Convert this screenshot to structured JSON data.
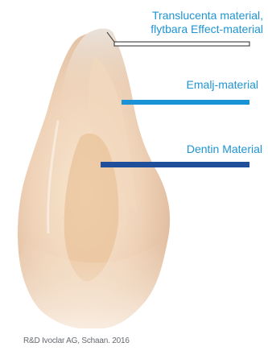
{
  "labels": {
    "translucent_line1": "Translucenta material,",
    "translucent_line2": "flytbara Effect-material",
    "enamel": "Emalj-material",
    "dentin": "Dentin Material"
  },
  "credit": "R&D Ivoclar AG, Schaan. 2016",
  "colors": {
    "label_text": "#1f94d2",
    "enamel_line": "#1a93d6",
    "dentin_line": "#1f4f9a",
    "translucent_line": "#2a2a2a",
    "tooth_outer": "#e7c5a9",
    "tooth_inner": "#f3ddc6"
  }
}
